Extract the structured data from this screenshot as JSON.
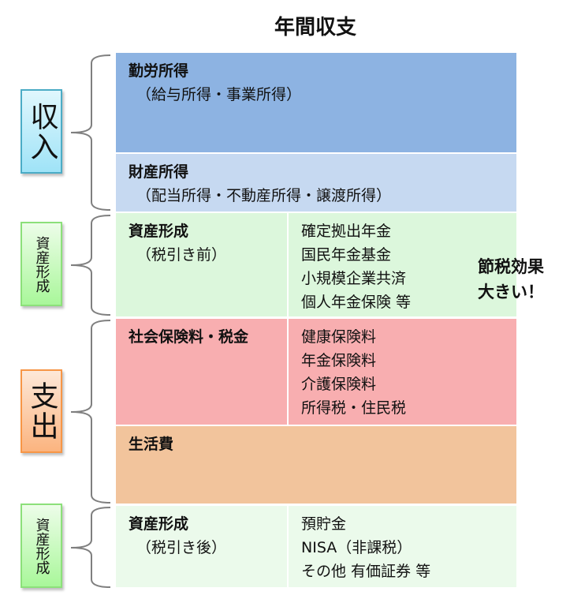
{
  "title": "年間収支",
  "side_labels": {
    "income": "収入",
    "asset_before": "資産形成",
    "expense": "支出",
    "asset_after": "資産形成"
  },
  "blocks": {
    "employment": {
      "title": "勤労所得",
      "sub": "（給与所得・事業所得）"
    },
    "property": {
      "title": "財産所得",
      "sub": "（配当所得・不動産所得・譲渡所得）"
    },
    "asset_before": {
      "title": "資産形成",
      "sub": "（税引き前）",
      "items": [
        "確定拠出年金",
        "国民年金基金",
        "小規模企業共済",
        "個人年金保険 等"
      ]
    },
    "social": {
      "title": "社会保険料・税金",
      "items": [
        "健康保険料",
        "年金保険料",
        "介護保険料",
        "所得税・住民税"
      ]
    },
    "living": {
      "title": "生活費"
    },
    "asset_after": {
      "title": "資産形成",
      "sub": "（税引き後）",
      "items": [
        "預貯金",
        "NISA（非課税）",
        "その他 有価証券 等"
      ]
    }
  },
  "note": {
    "line1": "節税効果",
    "line2": "大きい！"
  },
  "colors": {
    "employment": "#8db3e2",
    "property": "#c6d9f1",
    "asset_before": "#dcf7dc",
    "social": "#f8aeb0",
    "living": "#f2c49c",
    "asset_after": "#ebfaeb"
  }
}
